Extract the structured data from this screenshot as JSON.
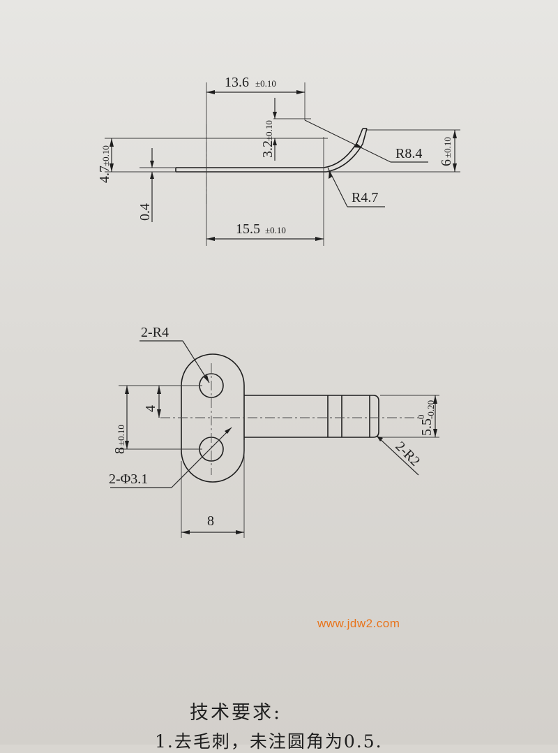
{
  "side_view": {
    "dim_top_width": "13.6",
    "dim_top_width_tol": "±0.10",
    "dim_bottom_width": "15.5",
    "dim_bottom_width_tol": "±0.10",
    "dim_height_left": "4.7",
    "dim_height_left_tol": "±0.10",
    "dim_mid_height": "3.2",
    "dim_mid_height_tol": "±0.10",
    "dim_right_height": "6",
    "dim_right_height_tol": "±0.10",
    "dim_thickness": "0.4",
    "radius_outer": "R8.4",
    "radius_inner": "R4.7"
  },
  "top_view": {
    "radius_ends": "2-R4",
    "hole_diameter": "2-Φ3.1",
    "hole_spacing": "4",
    "body_height": "8",
    "body_height_tol": "±0.10",
    "body_width": "8",
    "tab_width": "5.5",
    "tab_width_tol_upper": "0",
    "tab_width_tol_lower": "-0.20",
    "tab_corner_radius": "2-R2"
  },
  "watermark": "www.jdw2.com",
  "notes": {
    "title": "技术要求:",
    "line1": "1.去毛刺，未注圆角为0.5."
  }
}
